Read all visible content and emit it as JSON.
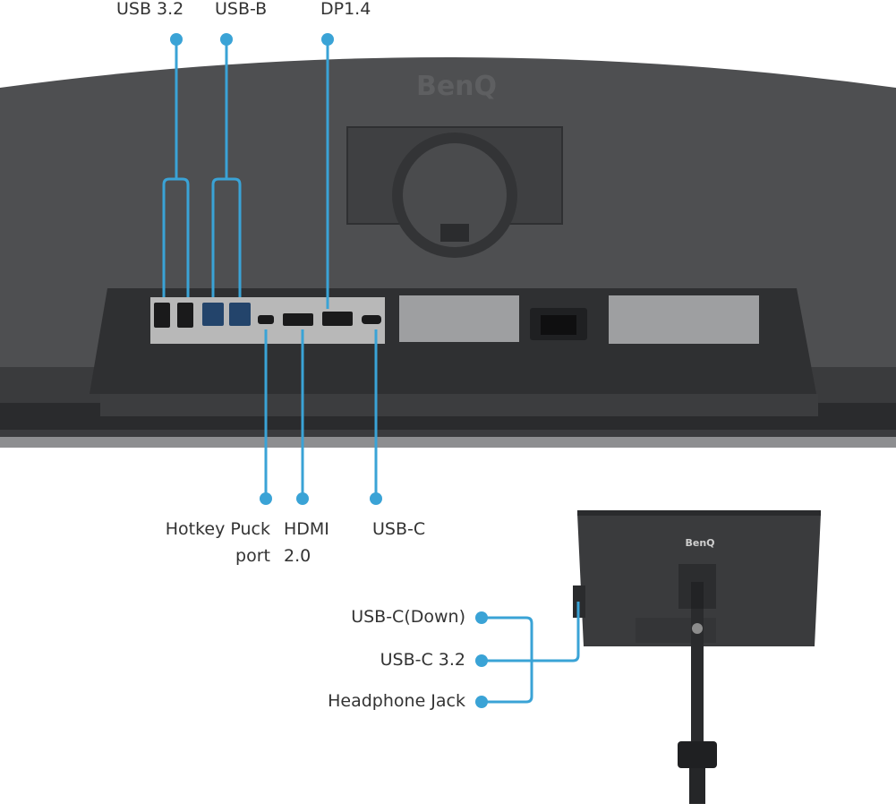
{
  "brand": "BenQ",
  "top_labels": {
    "usb32": "USB 3.2",
    "usbb": "USB-B",
    "dp": "DP1.4"
  },
  "bottom_labels": {
    "hotkey_line1": "Hotkey Puck",
    "hotkey_line2": "port",
    "hdmi_line1": "HDMI",
    "hdmi_line2": "2.0",
    "usbc": "USB-C"
  },
  "side_labels": {
    "usbc_down": "USB-C(Down)",
    "usbc32": "USB-C 3.2",
    "headphone": "Headphone Jack"
  },
  "colors": {
    "callout": "#3aa3d6",
    "monitor_body": "#4a4b4d",
    "monitor_dark": "#2b2c2e",
    "port_panel": "#b9b9b9"
  }
}
